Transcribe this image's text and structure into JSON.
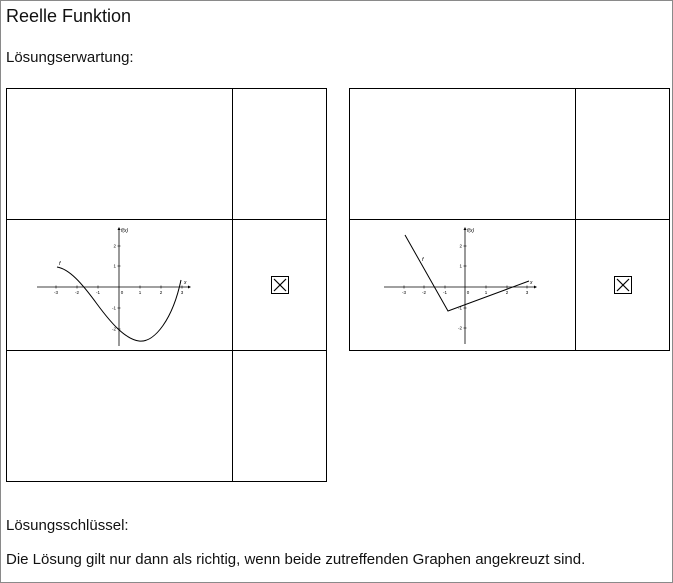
{
  "title": "Reelle Funktion",
  "subtitle": "Lösungserwartung:",
  "answer_key_heading": "Lösungsschlüssel:",
  "answer_key_text": "Die Lösung gilt nur dann als richtig, wenn beide zutreffenden Graphen angekreuzt sind.",
  "graph_f": {
    "function_label": "f",
    "y_axis_label": "f(x)",
    "x_axis_label": "x",
    "x_ticks": [
      "-3",
      "-2",
      "-1",
      "0",
      "1",
      "2",
      "3"
    ],
    "y_ticks": [
      "2",
      "1",
      "-1",
      "-2"
    ],
    "checked": true
  },
  "graph_g": {
    "function_label": "f",
    "y_axis_label": "f(x)",
    "x_axis_label": "x",
    "x_ticks": [
      "-3",
      "-2",
      "-1",
      "0",
      "1",
      "2",
      "3"
    ],
    "y_ticks": [
      "2",
      "1",
      "-1",
      "-2"
    ],
    "checked": true
  }
}
